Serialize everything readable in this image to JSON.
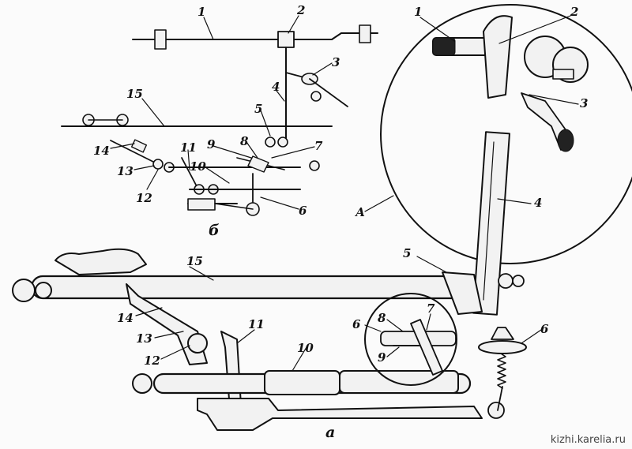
{
  "labels_b": [
    "1",
    "2",
    "3",
    "4",
    "5",
    "15",
    "14",
    "13",
    "12",
    "11",
    "10",
    "9",
    "8",
    "7",
    "6"
  ],
  "labels_a": [
    "15",
    "5",
    "14",
    "13",
    "12",
    "11",
    "10",
    "6",
    "8",
    "7",
    "9",
    "6"
  ],
  "labels_zoom": [
    "1",
    "2",
    "3",
    "4"
  ],
  "caption_b": "б",
  "caption_a": "а",
  "zoom_letter": "А",
  "watermark": "kizhi.karelia.ru"
}
